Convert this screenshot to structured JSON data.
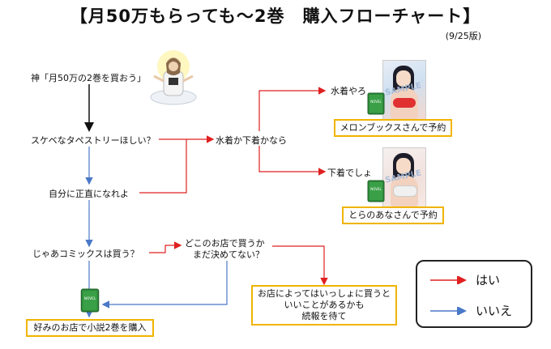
{
  "title": "【月50万もらっても～2巻　購入フローチャート】",
  "date": "(9/25版)",
  "nodes": {
    "start": "神「月50万の2巻を買おう」",
    "q_tapestry": "スケベなタペストリーほしい？",
    "q_swim": "水着か下着かなら",
    "swimsuit": "水着やろ",
    "underwear": "下着でしょ",
    "honest": "自分に正直になれよ",
    "q_comics": "じゃあコミックスは買う？",
    "q_store_line1": "どこのお店で買うか",
    "q_store_line2": "まだ決めてない？"
  },
  "boxes": {
    "melonbooks": "メロンブックスさんで予約",
    "toranoana": "とらのあなさんで予約",
    "favorite_store": "好みのお店で小説2巻を購入",
    "wait_line1": "お店によってはいっしょに買うと",
    "wait_line2": "いいことがあるかも",
    "wait_line3": "続報を待て"
  },
  "covers": {
    "stamp": "SAMPLE",
    "book_label": "NOVEL"
  },
  "legend": {
    "yes": "はい",
    "no": "いいえ",
    "yes_color": "#e02020",
    "no_color": "#4a78c8"
  }
}
